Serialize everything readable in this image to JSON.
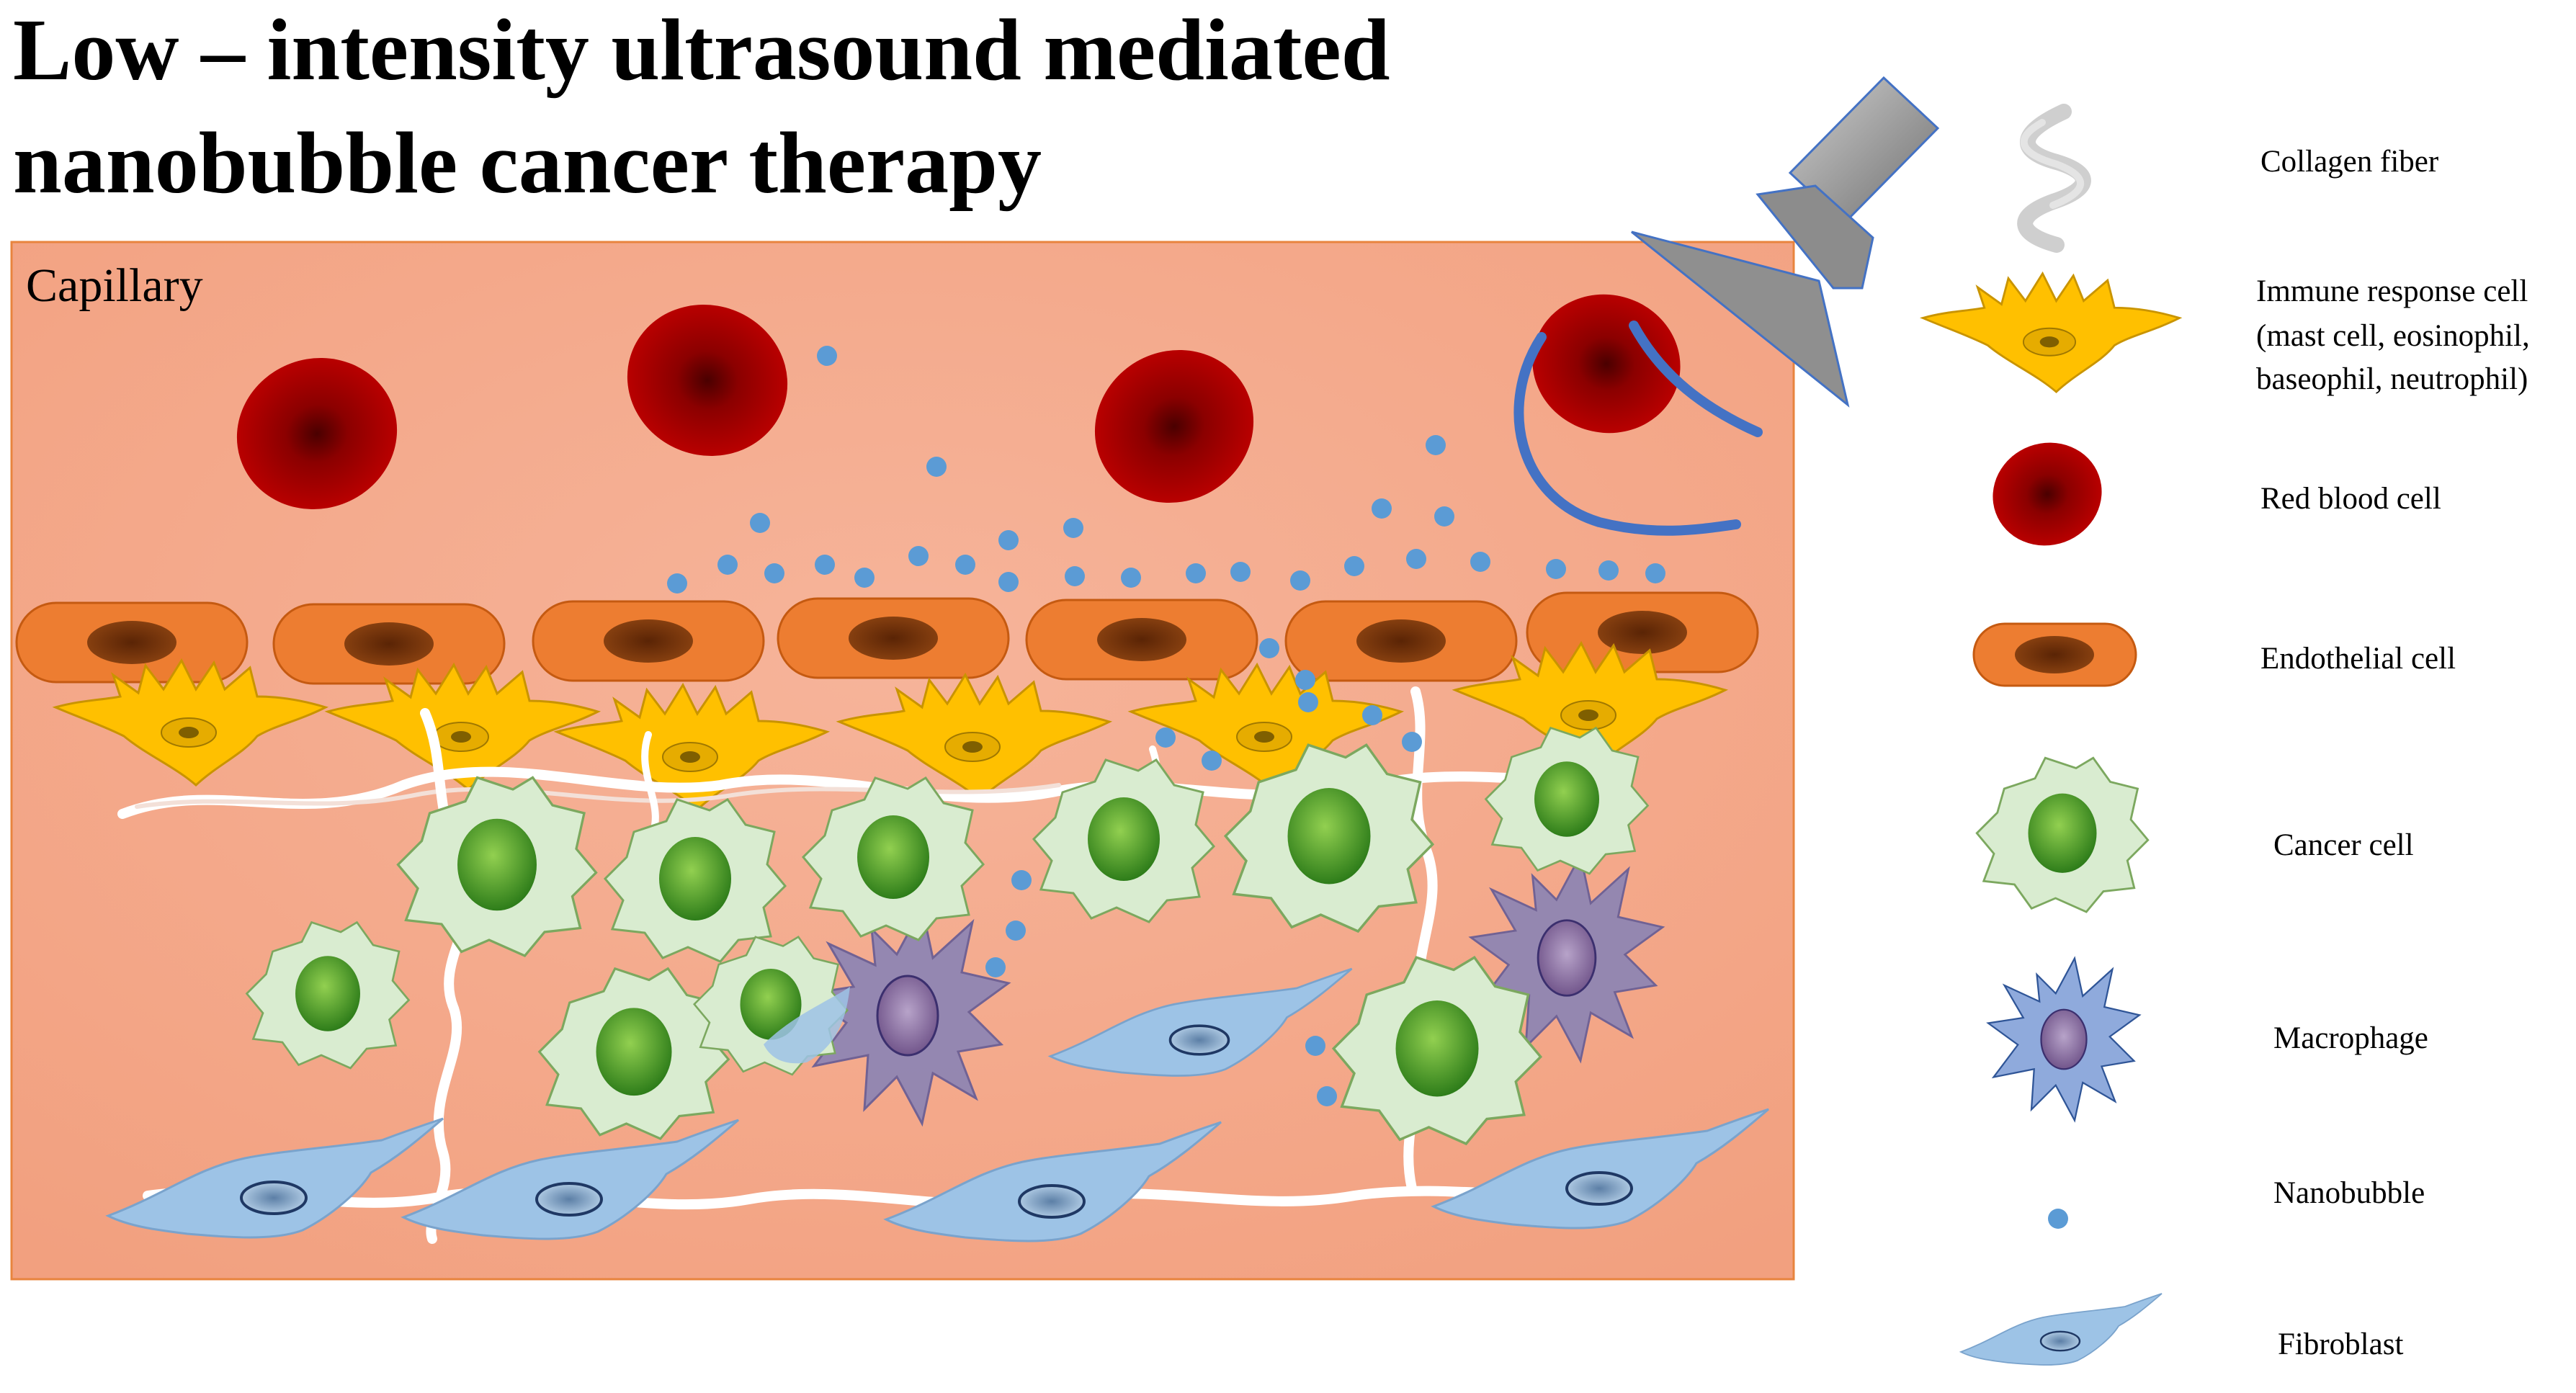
{
  "title": {
    "line1": "Low – intensity ultrasound mediated",
    "line2": "nanobubble cancer therapy"
  },
  "capillary_label": "Capillary",
  "legend": {
    "collagen": "Collagen  fiber",
    "immune_line1": "Immune  response  cell",
    "immune_line2": "(mast  cell,  eosinophil,",
    "immune_line3": "baseophil,  neutrophil)",
    "red_blood_cell": "Red blood cell",
    "endothelial": "Endothelial  cell",
    "cancer": "Cancer cell",
    "macrophage": "Macrophage",
    "nanobubble": "Nanobubble",
    "fibroblast": "Fibroblast"
  },
  "colors": {
    "tissue_background": "#f4a98a",
    "tissue_border": "#e8843e",
    "red_blood_cell": "#c00000",
    "endothelial_cell": "#ed7d31",
    "endothelial_nucleus": "#843c0c",
    "immune_cell": "#ffc000",
    "cancer_cell": "#d9ecd0",
    "cancer_nucleus": "#3e8e22",
    "macrophage": "#8e86b5",
    "macrophage_nucleus": "#7a5a8e",
    "fibroblast": "#9dc3e6",
    "fibroblast_nucleus": "#2f5597",
    "nanobubble": "#5b9bd5",
    "collagen_fiber": "#ffffff",
    "ultrasound_probe": "#7f7f7f",
    "ultrasound_wave": "#4472c4"
  }
}
